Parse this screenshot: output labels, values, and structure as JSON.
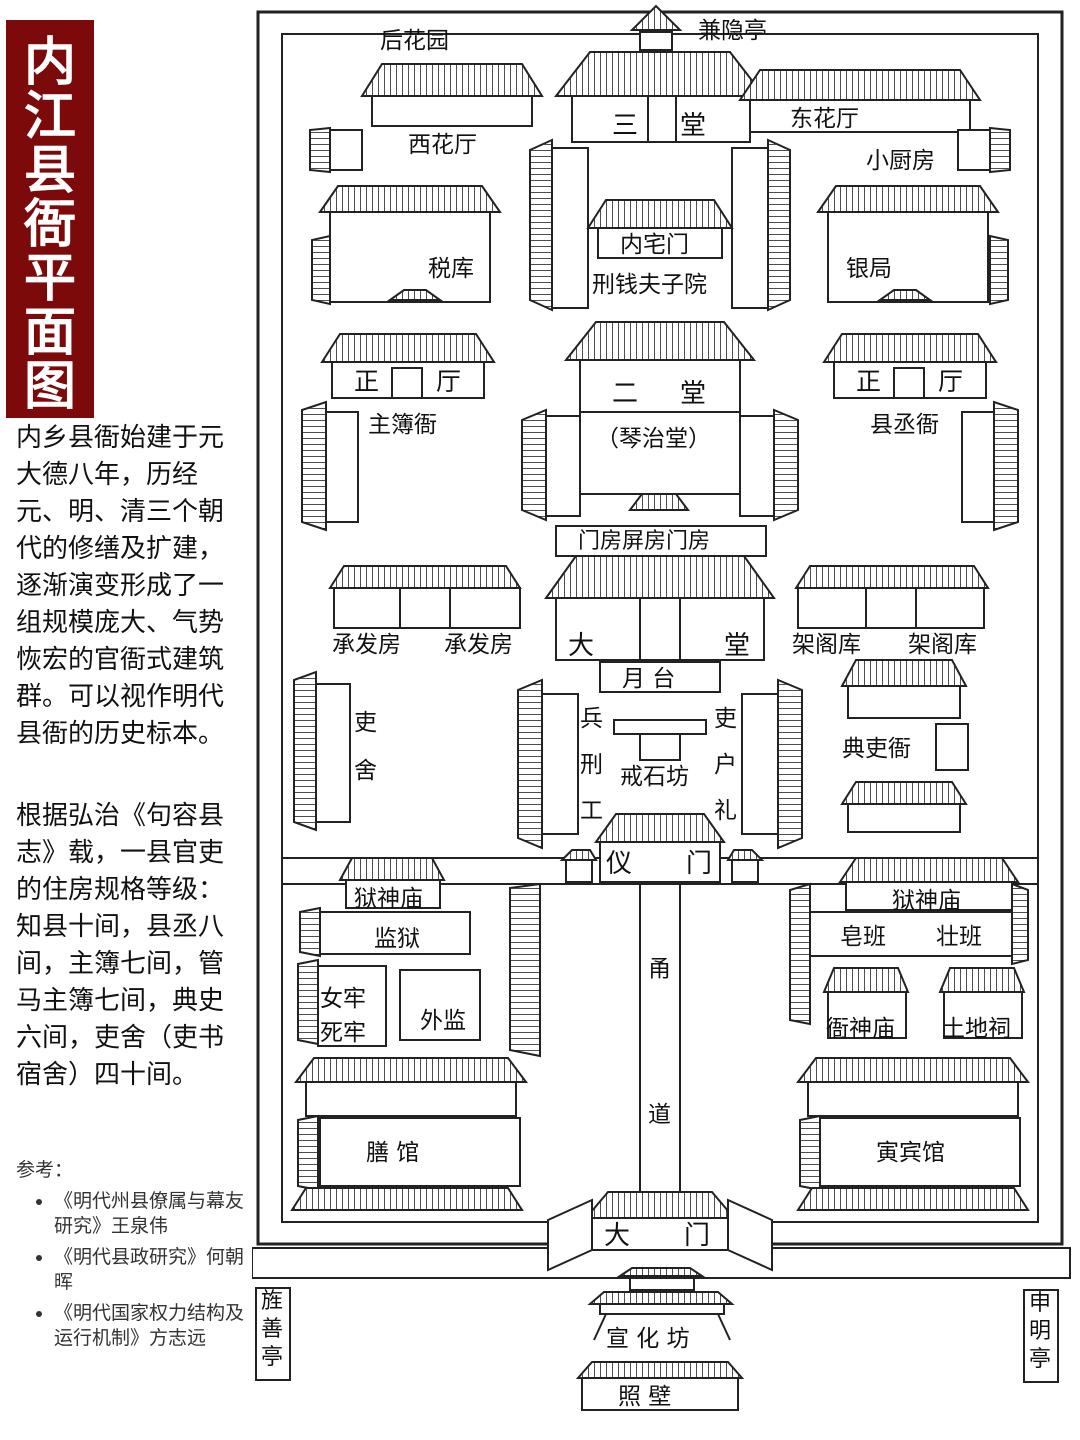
{
  "title_chars": [
    "内",
    "江",
    "县",
    "衙",
    "平",
    "面",
    "图"
  ],
  "intro": "内乡县衙始建于元大德八年，历经元、明、清三个朝代的修缮及扩建，逐渐演变形成了一组规模庞大、气势恢宏的官衙式建筑群。可以视作明代县衙的历史标本。",
  "rule": "根据弘治《句容县志》载，一县官吏的住房规格等级：知县十间，县丞八间，主簿七间，管马主簿七间，典史六间，吏舍（吏书宿舍）四十间。",
  "refs": {
    "heading": "参考：",
    "items": [
      "《明代州县僚属与幕友研究》王泉伟",
      "《明代县政研究》何朝晖",
      "《明代国家权力结构及运行机制》方志远"
    ]
  },
  "plan": {
    "houyuan": "后花园",
    "jianyinting": "兼隐亭",
    "santang_l": "三",
    "santang_r": "堂",
    "donghuating": "东花厅",
    "xihuating": "西花厅",
    "xiaochufang": "小厨房",
    "neizhaimen": "内宅门",
    "xingqian": "刑钱夫子院",
    "shuiku": "税库",
    "yinju": "银局",
    "zhengting_l1": "正",
    "zhengting_l2": "厅",
    "zhengting_r1": "正",
    "zhengting_r2": "厅",
    "ertang_l": "二",
    "ertang_r": "堂",
    "qinzhitang": "（琴治堂）",
    "zhubuya": "主簿衙",
    "xianchengya": "县丞衙",
    "menfang": "门房屏房门房",
    "chengfafang1": "承发房",
    "chengfafang2": "承发房",
    "jiagegu1": "架阁库",
    "jiagegu2": "架阁库",
    "datang_l": "大",
    "datang_r": "堂",
    "yuetai": "月  台",
    "lishe1": "吏",
    "lishe2": "舍",
    "bing": "兵",
    "xing": "刑",
    "gong": "工",
    "li_e": "吏",
    "hu": "户",
    "li_r": "礼",
    "jieshifang": "戒石坊",
    "dianshiya": "典吏衙",
    "yimen_l": "仪",
    "yimen_r": "门",
    "yushenmiao_l": "狱神庙",
    "yushenmiao_r": "狱神庙",
    "jianyu": "监狱",
    "nvlao": "女牢",
    "silao": "死牢",
    "waijian": "外监",
    "zaoban": "皂班",
    "zhuangban": "壮班",
    "yashenmiao": "衙神庙",
    "tudici": "土地祠",
    "yong": "甬",
    "dao": "道",
    "shanguan": "膳  馆",
    "yinbinguan": "寅宾馆",
    "damen_l": "大",
    "damen_r": "门",
    "xuanhuafang": "宣 化 坊",
    "zhaobi": "照  壁",
    "jingshanting": "旌善亭",
    "shenmingting": "申明亭"
  }
}
